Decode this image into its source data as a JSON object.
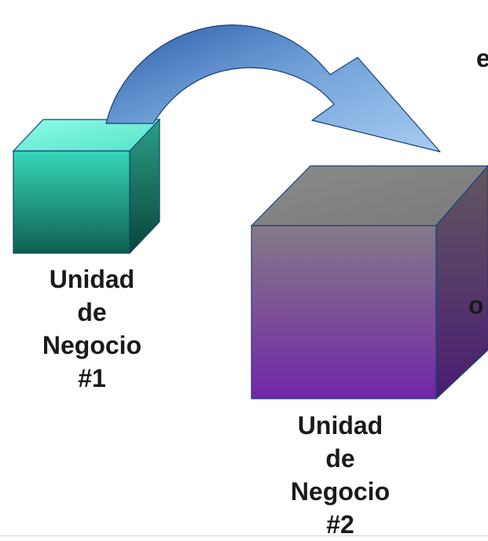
{
  "unit1": {
    "line1": "Unidad",
    "line2": "de",
    "line3": "Negocio",
    "line4": "#1"
  },
  "unit2": {
    "line1": "Unidad",
    "line2": "de",
    "line3": "Negocio",
    "line4": "#2"
  },
  "edge_fragments": {
    "top_right": "e",
    "mid_right": "o"
  },
  "colors": {
    "cube1_front_top": "#35d8b8",
    "cube1_front_bottom": "#0f5f50",
    "cube1_top": "#7ef7e4",
    "cube2_front_top": "#847a88",
    "cube2_front_bottom": "#7226a8",
    "cube2_top": "#858585",
    "arrow_light": "#9dc3ec",
    "arrow_dark": "#2e5ea8",
    "outline": "#16407a"
  }
}
